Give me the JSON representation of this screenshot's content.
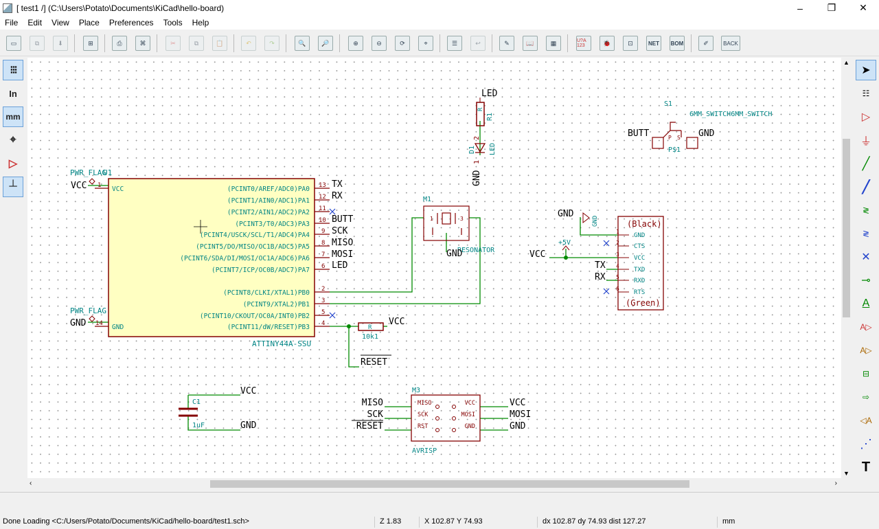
{
  "window": {
    "title": "[ test1 /] (C:\\Users\\Potato\\Documents\\KiCad\\hello-board)",
    "min": "–",
    "max": "❐",
    "close": "✕"
  },
  "menu": [
    "File",
    "Edit",
    "View",
    "Place",
    "Preferences",
    "Tools",
    "Help"
  ],
  "toolbar": {
    "unit_in": "In",
    "unit_mm": "mm",
    "back": "BACK",
    "netlist": "NET",
    "bom": "BOM",
    "annotate": "U?A 123"
  },
  "schematic": {
    "u1": {
      "ref": "PWR_FLAG",
      "ref2": "U1",
      "value": "ATTINY44A-SSU",
      "pins_right": [
        {
          "name": "(PCINT0/AREF/ADC0)PA0",
          "num": "13",
          "net": "TX"
        },
        {
          "name": "(PCINT1/AIN0/ADC1)PA1",
          "num": "12",
          "net": "RX"
        },
        {
          "name": "(PCINT2/AIN1/ADC2)PA2",
          "num": "11",
          "net": ""
        },
        {
          "name": "(PCINT3/T0/ADC3)PA3",
          "num": "10",
          "net": "BUTT"
        },
        {
          "name": "(PCINT4/USCK/SCL/T1/ADC4)PA4",
          "num": "9",
          "net": "SCK"
        },
        {
          "name": "(PCINT5/DO/MISO/OC1B/ADC5)PA5",
          "num": "8",
          "net": "MISO"
        },
        {
          "name": "(PCINT6/SDA/DI/MOSI/OC1A/ADC6)PA6",
          "num": "7",
          "net": "MOSI"
        },
        {
          "name": "(PCINT7/ICP/OC0B/ADC7)PA7",
          "num": "6",
          "net": "LED"
        },
        {
          "name": "(PCINT8/CLKI/XTAL1)PB0",
          "num": "2",
          "net": ""
        },
        {
          "name": "(PCINT9/XTAL2)PB1",
          "num": "3",
          "net": ""
        },
        {
          "name": "(PCINT10/CKOUT/OC0A/INT0)PB2",
          "num": "5",
          "net": ""
        },
        {
          "name": "(PCINT11/dW/RESET)PB3",
          "num": "4",
          "net": ""
        }
      ],
      "vcc_label": "VCC",
      "vcc_pin": "1",
      "vcc_name": "VCC",
      "gnd_label": "GND",
      "gnd_pin": "14",
      "gnd_name": "GND",
      "pwr_flag2": "PWR_FLAG"
    },
    "r1": {
      "label": "LED",
      "ref": "R1",
      "value": "R"
    },
    "d1": {
      "ref": "D1",
      "value": "LED",
      "gnd": "GND",
      "p1": "1",
      "p2": "2"
    },
    "s1": {
      "ref": "S1",
      "value": "6MM_SWITCH6MM_SWITCH",
      "left": "BUTT",
      "right": "GND",
      "p": "P",
      "s": "S",
      "ps1": "P$1"
    },
    "m1": {
      "ref": "M1",
      "value": "RESONATOR",
      "gnd": "GND",
      "p1": "1",
      "p3": "3"
    },
    "j1": {
      "gnd_label": "GND",
      "gnd_sym": "GND",
      "plus5": "+5V",
      "vcc": "VCC",
      "tx": "TX",
      "rx": "RX",
      "top": "(Black)",
      "bottom": "(Green)",
      "pins": [
        {
          "num": "1",
          "name": "GND"
        },
        {
          "num": "2",
          "name": "CTS"
        },
        {
          "num": "3",
          "name": "VCC"
        },
        {
          "num": "4",
          "name": "TXD"
        },
        {
          "num": "5",
          "name": "RXD"
        },
        {
          "num": "6",
          "name": "RTS"
        }
      ]
    },
    "r2": {
      "value": "R",
      "ref": "10k1",
      "vcc": "VCC",
      "reset": "RESET"
    },
    "c1": {
      "ref": "C1",
      "value": "1uF",
      "vcc": "VCC",
      "gnd": "GND"
    },
    "m3": {
      "ref": "M3",
      "value": "AVRISP",
      "left": [
        {
          "net": "MISO",
          "pin": "MISO"
        },
        {
          "net": "SCK",
          "pin": "SCK"
        },
        {
          "net": "RESET",
          "pin": "RST"
        }
      ],
      "right": [
        {
          "net": "VCC",
          "pin": "VCC"
        },
        {
          "net": "MOSI",
          "pin": "MOSI"
        },
        {
          "net": "GND",
          "pin": "GND"
        }
      ]
    }
  },
  "status": {
    "message": "Done Loading <C:/Users/Potato/Documents/KiCad/hello-board/test1.sch>",
    "zoom": "Z 1.83",
    "xy": "X 102.87  Y 74.93",
    "delta": "dx 102.87  dy 74.93  dist 127.27",
    "units": "mm"
  },
  "colors": {
    "wire": "#008a00",
    "body": "#840000",
    "fill": "#ffffc2",
    "pin_text": "#008484",
    "label": "#000000"
  }
}
